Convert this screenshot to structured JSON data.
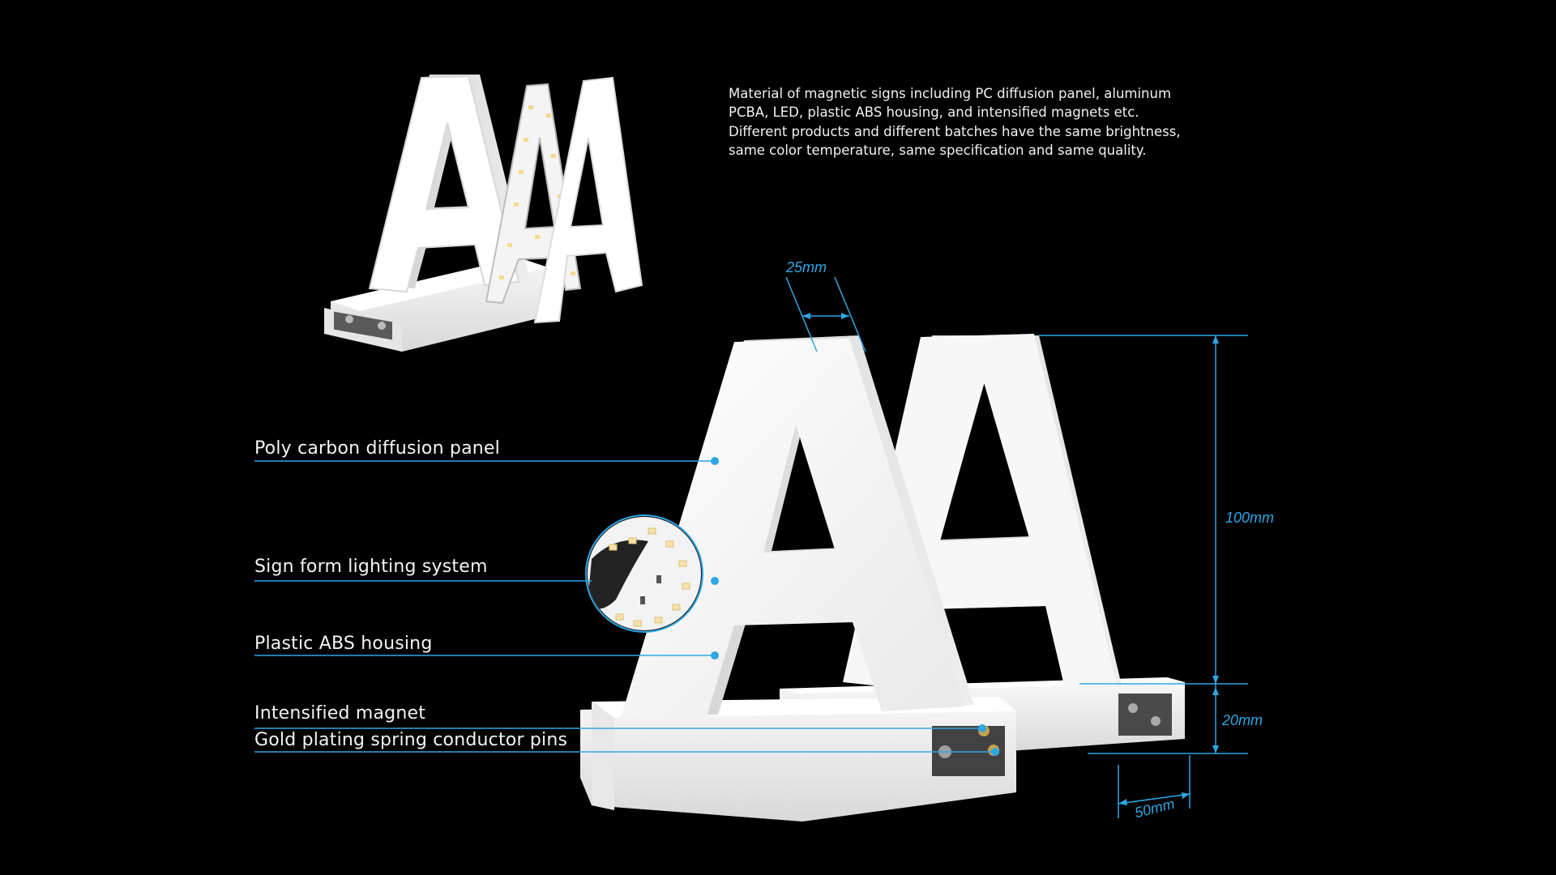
{
  "description": {
    "lines": [
      "Material of magnetic signs including PC diffusion panel, aluminum",
      "PCBA, LED, plastic ABS housing, and intensified magnets etc.",
      "Different products and different batches have the same brightness,",
      "same color temperature, same specification and same quality."
    ]
  },
  "callouts": {
    "diffusion_panel": "Poly carbon diffusion panel",
    "lighting_system": "Sign form lighting system",
    "abs_housing": "Plastic ABS housing",
    "magnet": "Intensified magnet",
    "pins": "Gold plating spring conductor pins"
  },
  "dimensions": {
    "depth": "25mm",
    "height": "100mm",
    "base_height": "20mm",
    "base_width": "50mm"
  },
  "colors": {
    "background": "#000000",
    "accent": "#2fa6e4",
    "letter": "#ffffff",
    "text": "#f2f2f2"
  }
}
